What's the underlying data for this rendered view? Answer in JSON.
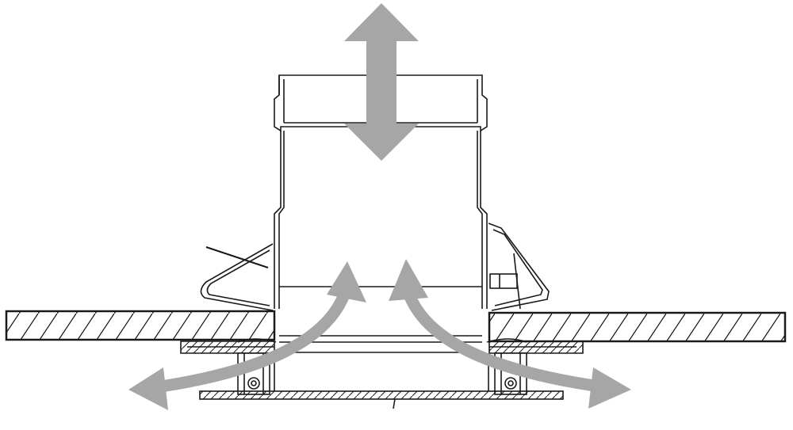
{
  "diagram": {
    "colors": {
      "line": "#1a1a1a",
      "arrow": "#a6a6a6",
      "background": "#ffffff"
    },
    "arrows": [
      {
        "name": "vertical-double-arrow",
        "meaning": "up-down"
      },
      {
        "name": "curved-arrow-left",
        "meaning": "up-and-outward-left"
      },
      {
        "name": "curved-arrow-right",
        "meaning": "up-and-outward-right"
      }
    ]
  }
}
